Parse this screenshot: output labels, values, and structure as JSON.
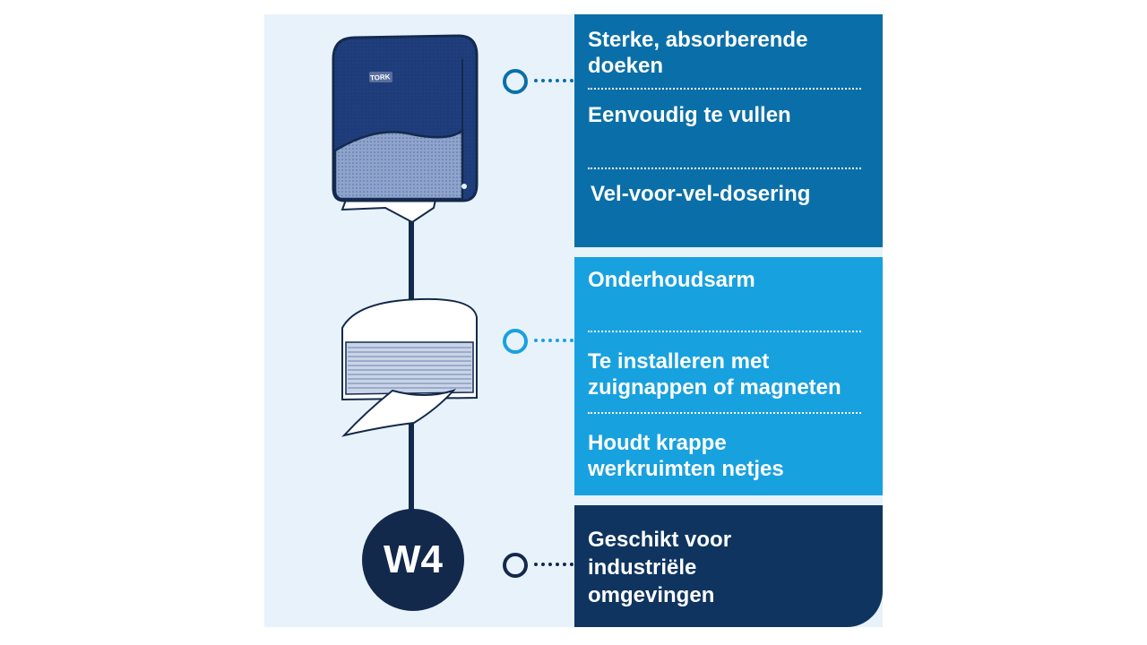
{
  "features": [
    {
      "text": "Sterke, absorberende doeken"
    },
    {
      "text": "Eenvoudig te vullen"
    },
    {
      "text": "Vel-voor-vel-dosering"
    },
    {
      "text": "Onderhoudsarm"
    },
    {
      "text": "Te installeren met zuignappen of magneten"
    },
    {
      "text": "Houdt krappe werkruimten netjes"
    },
    {
      "text": "Geschikt voor industriële omgevingen"
    }
  ],
  "badge": {
    "label": "W4"
  },
  "brand": {
    "logo_text": "TORK"
  },
  "colors": {
    "panel_bg": "#e8f2fb",
    "box_dark_blue": "#0a6fa8",
    "box_light_blue": "#18a1df",
    "box_navy": "#0f3460",
    "navy": "#13294b"
  }
}
